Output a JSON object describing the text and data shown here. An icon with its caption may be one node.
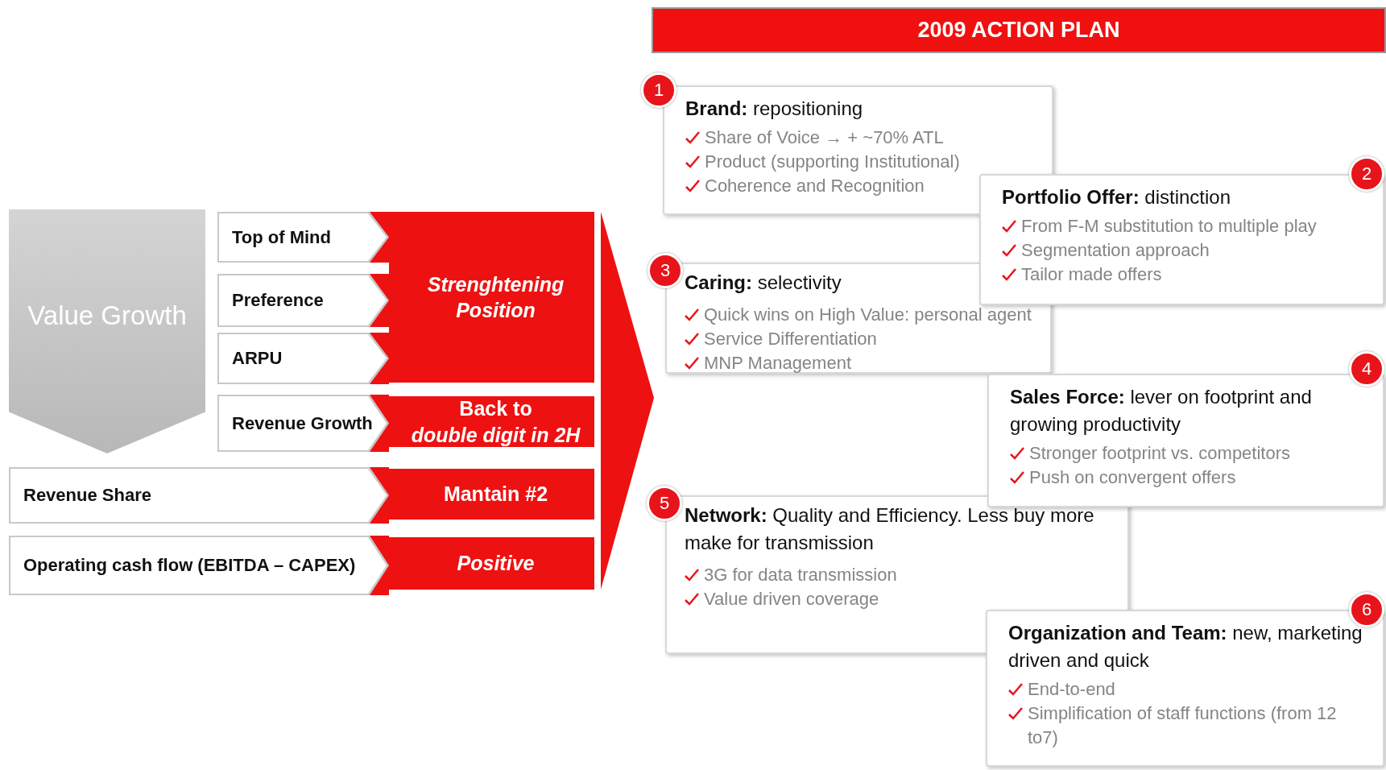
{
  "diagram": {
    "title": "2009 ACTION PLAN",
    "nodes": [
      {
        "text": [
          "Value Growth"
        ]
      },
      {
        "text": [
          "Top of Mind"
        ]
      },
      {
        "text": [
          "Preference"
        ]
      },
      {
        "text": [
          "ARPU"
        ]
      },
      {
        "text": [
          "Revenue Growth"
        ]
      },
      {
        "text": [
          "Revenue Share"
        ]
      },
      {
        "text": [
          "Operating cash flow (EBITDA – CAPEX)"
        ]
      },
      {
        "text": [
          "Strenghtening Position"
        ]
      },
      {
        "text": [
          "Back to *double digit in 2H*"
        ]
      },
      {
        "text": [
          "Mantain #2"
        ]
      },
      {
        "text": [
          "Positive"
        ]
      },
      {
        "text": [
          "**Brand:** repositioning",
          "Share of Voice → + ~70% ATL",
          "Product (supporting Institutional)",
          "Coherence and Recognition"
        ]
      },
      {
        "text": [
          "1"
        ]
      },
      {
        "text": [
          "**Portfolio Offer:** distinction",
          "From F-M substitution to multiple play",
          "Segmentation approach",
          "Tailor made offers"
        ]
      },
      {
        "text": [
          "2"
        ]
      },
      {
        "text": [
          "**Caring:** selectivity",
          "Quick wins on High Value: personal agent",
          "Service Differentiation",
          "MNP Management"
        ]
      },
      {
        "text": [
          "3"
        ]
      },
      {
        "text": [
          "**Sales Force:** lever on footprint and growing productivity",
          "Stronger footprint vs. competitors",
          "Push on convergent offers"
        ]
      },
      {
        "text": [
          "4"
        ]
      },
      {
        "text": [
          "**Network:** Quality and Efficiency. Less buy more make for transmission",
          "3G for data transmission",
          "Value driven coverage"
        ]
      },
      {
        "text": [
          "5"
        ]
      },
      {
        "text": [
          "**Organization and Team:** new, marketing driven and quick",
          "End-to-end",
          "Simplification of staff functions (from 12 to7)"
        ]
      },
      {
        "text": [
          "6"
        ]
      }
    ]
  }
}
